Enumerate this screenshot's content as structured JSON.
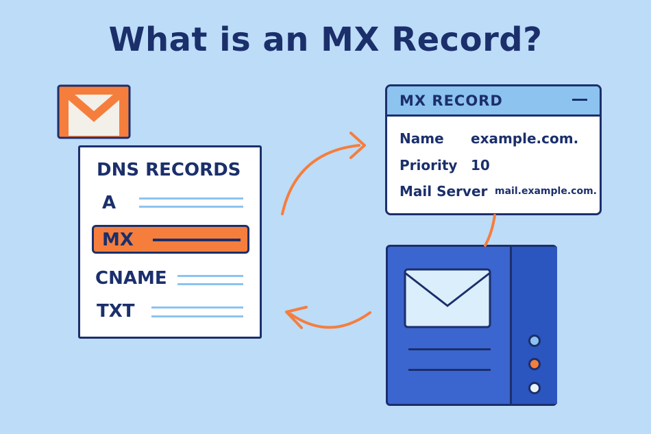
{
  "title": "What is an MX Record?",
  "colors": {
    "background": "#bcdcf8",
    "navy": "#1b2f6b",
    "accent_orange": "#f57e3d",
    "light_blue": "#8cc3ef",
    "server_blue": "#3b66cf"
  },
  "icons": [
    "gmail-icon",
    "envelope-icon",
    "arrow-icon"
  ],
  "dns_panel": {
    "heading": "DNS RECORDS",
    "records": [
      {
        "label": "A",
        "highlighted": false
      },
      {
        "label": "MX",
        "highlighted": true
      },
      {
        "label": "CNAME",
        "highlighted": false
      },
      {
        "label": "TXT",
        "highlighted": false
      }
    ]
  },
  "mx_record": {
    "window_title": "MX RECORD",
    "fields": [
      {
        "label": "Name",
        "value": "example.com."
      },
      {
        "label": "Priority",
        "value": "10"
      },
      {
        "label": "Mail Server",
        "value": "mail.example.com."
      }
    ]
  }
}
